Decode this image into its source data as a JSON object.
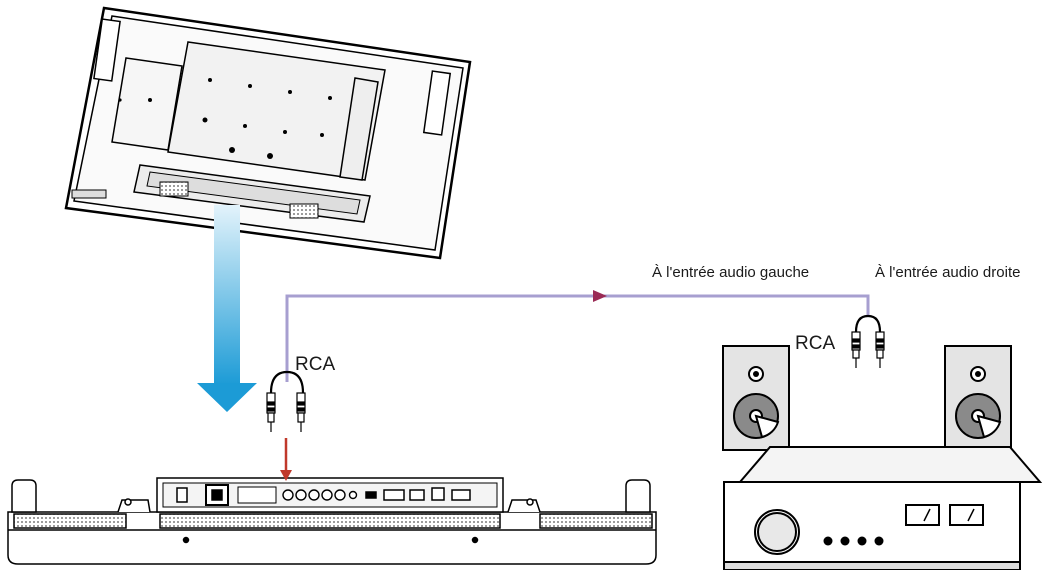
{
  "labels": {
    "left_input": "À l'entrée audio gauche",
    "right_input": "À l'entrée audio droite",
    "rca_display": "RCA",
    "rca_amp": "RCA"
  },
  "colors": {
    "cable": "#a79fd0",
    "cable_arrow": "#9a2a55",
    "connect_arrow": "#c0392b",
    "flow_arrow_top": "#e3f3fb",
    "flow_arrow_bottom": "#1c9bd6",
    "line": "#000000",
    "panel_fill": "#ffffff",
    "speaker_fill": "#e4e4e4",
    "woofer_fill": "#8a8a8a"
  },
  "icons": {
    "monitor_rear": "monitor-back-icon",
    "monitor_bottom": "monitor-terminal-panel-icon",
    "rca_plug": "rca-plug-icon",
    "speaker": "speaker-icon",
    "amplifier": "amplifier-icon",
    "flow_arrow": "down-arrow-icon"
  }
}
